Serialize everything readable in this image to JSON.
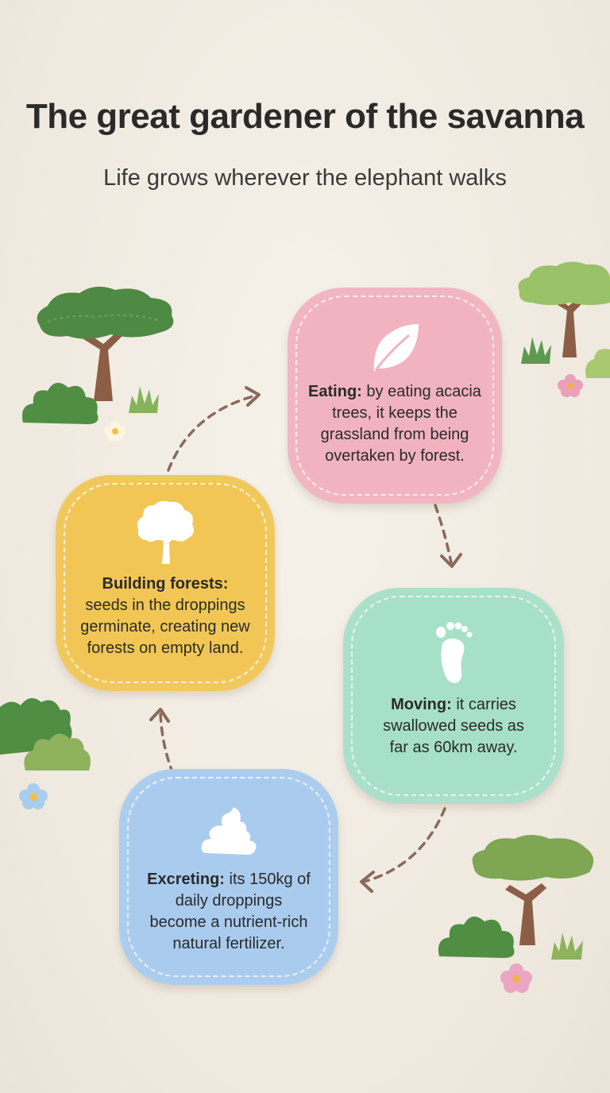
{
  "title": "The great gardener of the savanna",
  "subtitle": "Life grows wherever the elephant walks",
  "steps": [
    {
      "id": "eating",
      "label": "Eating:",
      "text": "by eating acacia trees, it keeps the grassland from being overtaken by forest.",
      "color": "#f1b3bf",
      "icon": "leaf-icon"
    },
    {
      "id": "moving",
      "label": "Moving:",
      "text": "it carries swallowed seeds as far as 60km away.",
      "color": "#a7e0c9",
      "icon": "footprint-icon"
    },
    {
      "id": "excreting",
      "label": "Excreting:",
      "text": "its 150kg of daily droppings become a nutrient-rich natural fertilizer.",
      "color": "#a9cbee",
      "icon": "dung-icon"
    },
    {
      "id": "forest",
      "label": "Building forests:",
      "text": "seeds in the droppings germinate, creating new forests on empty land.",
      "color": "#f1c655",
      "icon": "tree-icon"
    }
  ]
}
